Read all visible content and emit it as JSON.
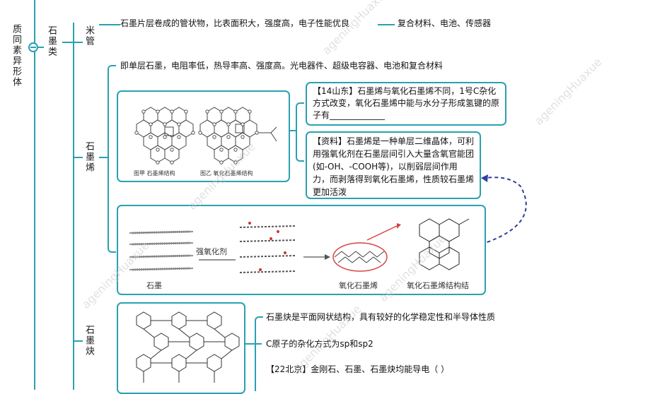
{
  "tree": {
    "root_label": "质同素异形体",
    "branch_label": "石墨类",
    "node_nanotube": "米管",
    "node_graphene": "石墨烯",
    "node_graphyne": "石墨炔"
  },
  "nanotube": {
    "desc": "石墨片层卷成的管状物，比表面积大，强度高，电子性能优良",
    "uses": "复合材料、电池、传感器"
  },
  "graphene": {
    "desc": "即单层石墨，电阻率低，热导率高、强度高。光电器件、超级电容器、电池和复合材料",
    "fig_caption_a": "图甲 石墨烯结构",
    "fig_caption_b": "图乙 氧化石墨烯结构",
    "question": "【14山东】石墨烯与氧化石墨烯不同，1号C杂化方式改变，氧化石墨烯中能与水分子形成氢键的原子有_____________",
    "info": "【资料】石墨烯是一种单层二维晶体，可利用强氧化剂在石墨层间引入大量含氧官能团(如-OH、-COOH等)，以削弱层间作用力，而剥落得到氧化石墨烯，性质较石墨烯更加活泼",
    "process_graphite": "石墨",
    "process_oxidant": "强氧化剂",
    "process_go": "氧化石墨烯",
    "process_go_structure": "氧化石墨烯结构结"
  },
  "graphyne": {
    "line1": "石墨炔是平面网状结构，具有较好的化学稳定性和半导体性质",
    "line2": "C原子的杂化方式为sp和sp2",
    "line3": "【22北京】金刚石、石墨、石墨炔均能导电（ ）"
  },
  "watermark": "ageningHuaxue",
  "colors": {
    "accent": "#2aa1b0",
    "arrow": "#2e3f9e",
    "red": "#d94040"
  }
}
